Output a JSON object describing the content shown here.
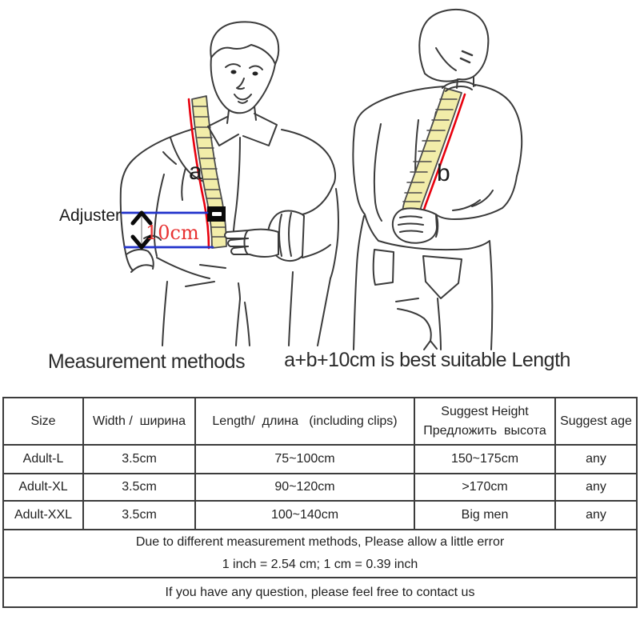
{
  "illustration": {
    "caption_left": "Measurement methods",
    "caption_right": "a+b+10cm is best suitable Length",
    "adjuster_label": "Adjuster",
    "distance_label": "10cm",
    "strap_label_front": "a",
    "strap_label_back": "b",
    "colors": {
      "strap_fill": "#f2eda9",
      "strap_outline": "#4a4a4a",
      "strap_edge_red": "#e8000d",
      "measure_blue": "#2233cc",
      "distance_red": "#e83333",
      "line_art": "#3a3a3a"
    }
  },
  "size_table": {
    "header": {
      "size": "Size",
      "width": "Width /  ширина",
      "length": "Length/  длина   (including clips)",
      "height_line1": "Suggest Height",
      "height_line2": "Предложить  высота",
      "age": "Suggest age"
    },
    "rows": [
      {
        "size": "Adult-L",
        "width": "3.5cm",
        "length": "75~100cm",
        "height": "150~175cm",
        "age": "any"
      },
      {
        "size": "Adult-XL",
        "width": "3.5cm",
        "length": "90~120cm",
        "height": ">170cm",
        "age": "any"
      },
      {
        "size": "Adult-XXL",
        "width": "3.5cm",
        "length": "100~140cm",
        "height": "Big men",
        "age": "any"
      }
    ],
    "note_line1": "Due to different measurement methods, Please allow a little error",
    "note_line2": "1 inch = 2.54 cm; 1 cm = 0.39 inch",
    "contact_line": "If you have any question, please feel free to contact us"
  }
}
